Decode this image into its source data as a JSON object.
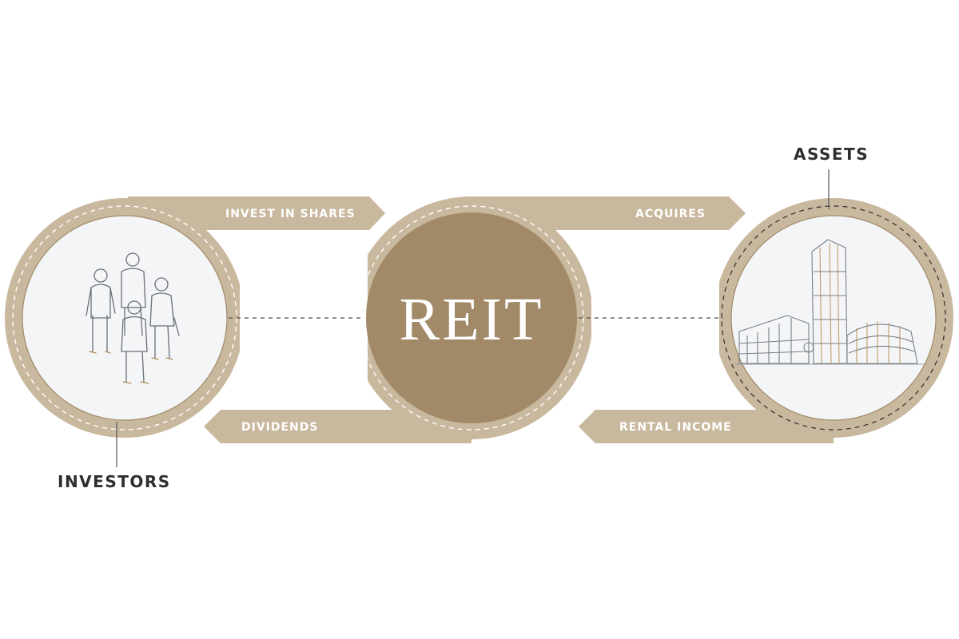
{
  "colors": {
    "band": "#c8b89e",
    "band_dark": "#a08a6a",
    "center_fill": "#a28a68",
    "circle_fill": "#f4f5f6",
    "arrow_text": "#ffffff",
    "label_text": "#2e2e2e",
    "connector": "#555555"
  },
  "center": {
    "title": "REIT"
  },
  "nodes": {
    "investors": {
      "label": "INVESTORS",
      "illustration": "people-sketch-icon"
    },
    "assets": {
      "label": "ASSETS",
      "illustration": "buildings-sketch-icon"
    }
  },
  "flows": {
    "invest_in_shares": "INVEST IN SHARES",
    "acquires": "ACQUIRES",
    "dividends": "DIVIDENDS",
    "rental_income": "RENTAL INCOME"
  }
}
